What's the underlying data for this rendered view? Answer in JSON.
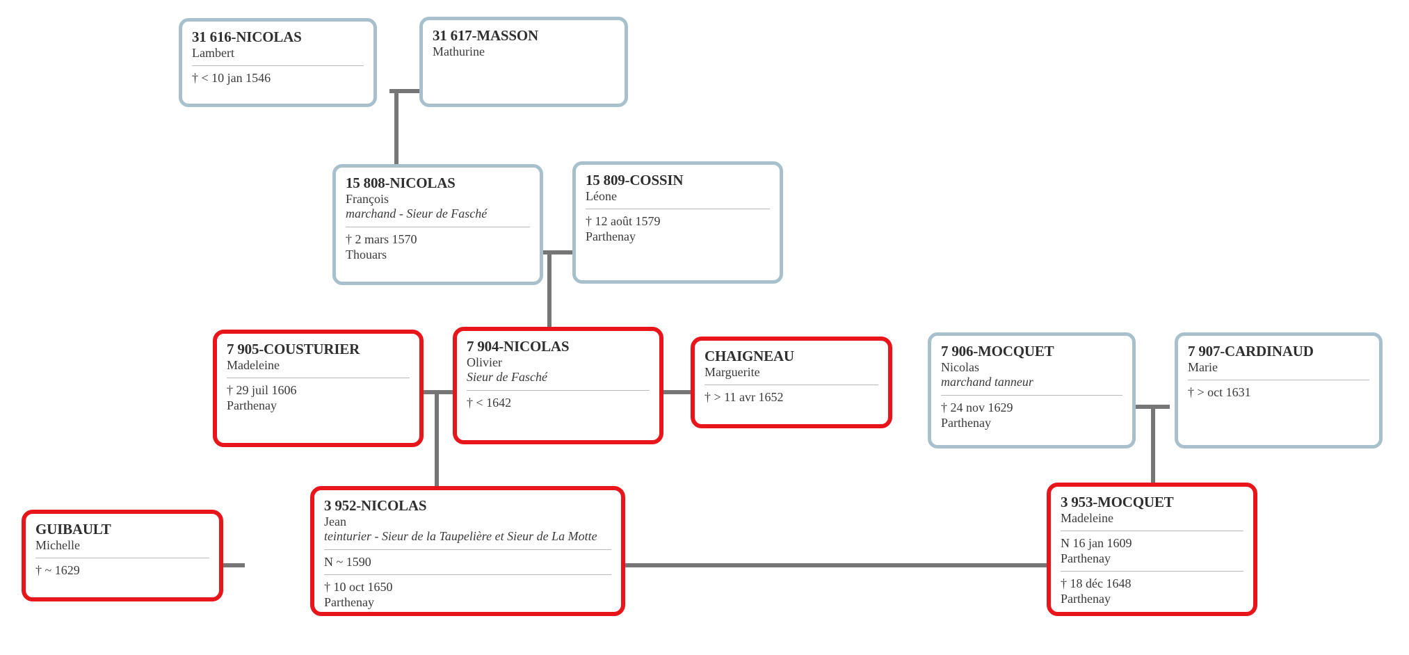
{
  "meta": {
    "title": "Arbre genealogique - ascendance NICOLAS / MOCQUET",
    "colors": {
      "box_border_plain": "#a8c0cc",
      "box_border_highlight": "#e8161a",
      "connector": "#767676",
      "text": "#3a3a3a",
      "divider": "#b9b9b9"
    }
  },
  "persons": {
    "p31616": {
      "surname": "31 616-NICOLAS",
      "given": "Lambert",
      "occupation": "",
      "birth": "",
      "birth_place": "",
      "death": "† < 10 jan 1546",
      "death_place": "",
      "highlight": "false"
    },
    "p31617": {
      "surname": "31 617-MASSON",
      "given": "Mathurine",
      "occupation": "",
      "birth": "",
      "birth_place": "",
      "death": "",
      "death_place": "",
      "highlight": "false"
    },
    "p15808": {
      "surname": "15 808-NICOLAS",
      "given": "François",
      "occupation": "marchand  - Sieur de Fasché",
      "birth": "",
      "birth_place": "",
      "death": "† 2 mars 1570",
      "death_place": "Thouars",
      "highlight": "false"
    },
    "p15809": {
      "surname": "15 809-COSSIN",
      "given": "Léone",
      "occupation": "",
      "birth": "",
      "birth_place": "",
      "death": "† 12 août 1579",
      "death_place": "Parthenay",
      "highlight": "false"
    },
    "p7905": {
      "surname": "7 905-COUSTURIER",
      "given": "Madeleine",
      "occupation": "",
      "birth": "",
      "birth_place": "",
      "death": "† 29 juil 1606",
      "death_place": "Parthenay",
      "highlight": "true"
    },
    "p7904": {
      "surname": "7 904-NICOLAS",
      "given": "Olivier",
      "occupation": "Sieur de Fasché",
      "birth": "",
      "birth_place": "",
      "death": "† < 1642",
      "death_place": "",
      "highlight": "true"
    },
    "pchaigneau": {
      "surname": "CHAIGNEAU",
      "given": "Marguerite",
      "occupation": "",
      "birth": "",
      "birth_place": "",
      "death": "† > 11 avr 1652",
      "death_place": "",
      "highlight": "true"
    },
    "p7906": {
      "surname": "7 906-MOCQUET",
      "given": "Nicolas",
      "occupation": "marchand tanneur",
      "birth": "",
      "birth_place": "",
      "death": "† 24 nov 1629",
      "death_place": "Parthenay",
      "highlight": "false"
    },
    "p7907": {
      "surname": "7 907-CARDINAUD",
      "given": "Marie",
      "occupation": "",
      "birth": "",
      "birth_place": "",
      "death": "† > oct 1631",
      "death_place": "",
      "highlight": "false"
    },
    "pguibault": {
      "surname": "GUIBAULT",
      "given": "Michelle",
      "occupation": "",
      "birth": "",
      "birth_place": "",
      "death": "† ~ 1629",
      "death_place": "",
      "highlight": "true"
    },
    "p3952": {
      "surname": "3 952-NICOLAS",
      "given": "Jean",
      "occupation": "teinturier  - Sieur de la Taupelière et Sieur de La Motte",
      "birth": "N ~ 1590",
      "birth_place": "",
      "death": "† 10 oct 1650",
      "death_place": "Parthenay",
      "highlight": "true"
    },
    "p3953": {
      "surname": "3 953-MOCQUET",
      "given": "Madeleine",
      "occupation": "",
      "birth": "N 16 jan 1609",
      "birth_place": "Parthenay",
      "death": "† 18 déc 1648",
      "death_place": "Parthenay",
      "highlight": "true"
    }
  }
}
